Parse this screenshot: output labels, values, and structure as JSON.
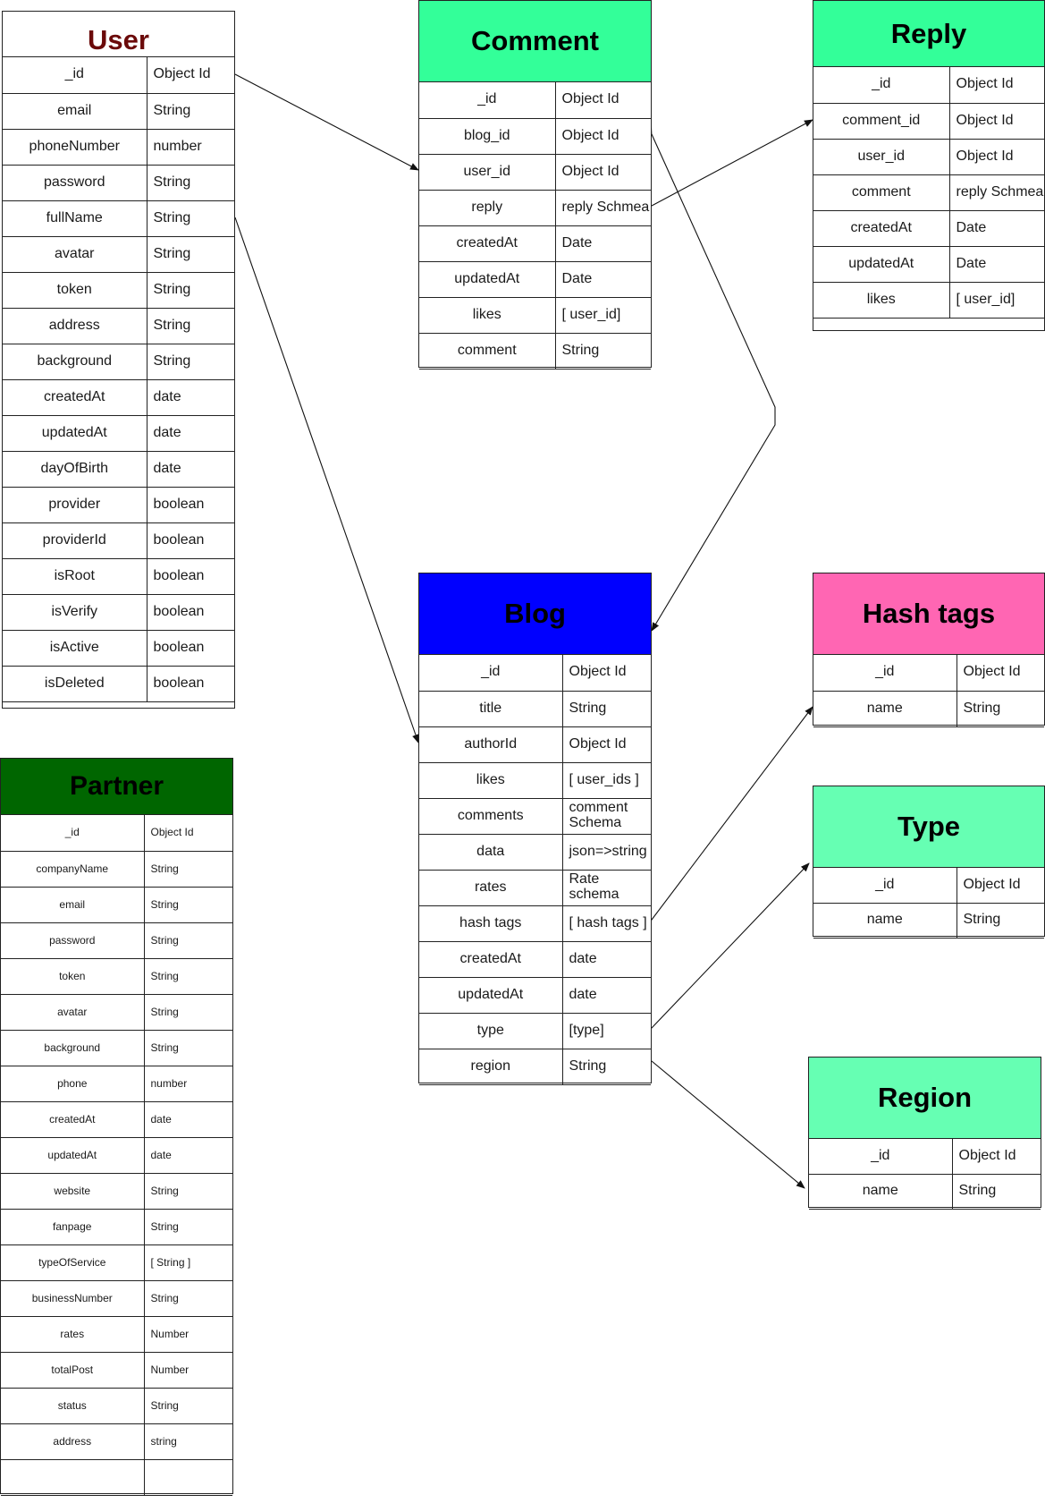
{
  "colors": {
    "user_header": "#ffffff",
    "user_title": "#6b0a0a",
    "comment_header": "#33ff99",
    "reply_header": "#33ff99",
    "blog_header": "#0000ff",
    "hashtags_header": "#ff66b3",
    "type_header": "#66ffb3",
    "region_header": "#66ffb3",
    "partner_header": "#006600"
  },
  "user": {
    "title": "User",
    "rows": [
      {
        "k": "_id",
        "v": "Object Id"
      },
      {
        "k": "email",
        "v": "String"
      },
      {
        "k": "phoneNumber",
        "v": "number"
      },
      {
        "k": "password",
        "v": "String"
      },
      {
        "k": "fullName",
        "v": "String"
      },
      {
        "k": "avatar",
        "v": "String"
      },
      {
        "k": "token",
        "v": "String"
      },
      {
        "k": "address",
        "v": "String"
      },
      {
        "k": "background",
        "v": "String"
      },
      {
        "k": "createdAt",
        "v": "date"
      },
      {
        "k": "updatedAt",
        "v": "date"
      },
      {
        "k": "dayOfBirth",
        "v": "date"
      },
      {
        "k": "provider",
        "v": "boolean"
      },
      {
        "k": "providerId",
        "v": "boolean"
      },
      {
        "k": "isRoot",
        "v": "boolean"
      },
      {
        "k": "isVerify",
        "v": "boolean"
      },
      {
        "k": "isActive",
        "v": "boolean"
      },
      {
        "k": "isDeleted",
        "v": "boolean"
      }
    ]
  },
  "comment": {
    "title": "Comment",
    "rows": [
      {
        "k": "_id",
        "v": "Object Id"
      },
      {
        "k": "blog_id",
        "v": "Object Id"
      },
      {
        "k": "user_id",
        "v": "Object Id"
      },
      {
        "k": "reply",
        "v": "reply Schmea"
      },
      {
        "k": "createdAt",
        "v": "Date"
      },
      {
        "k": "updatedAt",
        "v": "Date"
      },
      {
        "k": "likes",
        "v": "[ user_id]"
      },
      {
        "k": "comment",
        "v": "String"
      }
    ]
  },
  "reply": {
    "title": "Reply",
    "rows": [
      {
        "k": "_id",
        "v": "Object Id"
      },
      {
        "k": "comment_id",
        "v": "Object Id"
      },
      {
        "k": "user_id",
        "v": "Object Id"
      },
      {
        "k": "comment",
        "v": "reply Schmea"
      },
      {
        "k": "createdAt",
        "v": "Date"
      },
      {
        "k": "updatedAt",
        "v": "Date"
      },
      {
        "k": "likes",
        "v": "[ user_id]"
      }
    ]
  },
  "blog": {
    "title": "Blog",
    "rows": [
      {
        "k": "_id",
        "v": "Object Id"
      },
      {
        "k": "title",
        "v": "String"
      },
      {
        "k": "authorId",
        "v": "Object Id"
      },
      {
        "k": "likes",
        "v": "[ user_ids ]"
      },
      {
        "k": "comments",
        "v": "comment Schema"
      },
      {
        "k": "data",
        "v": "json=>string"
      },
      {
        "k": "rates",
        "v": "Rate schema"
      },
      {
        "k": "hash tags",
        "v": "[ hash tags ]"
      },
      {
        "k": "createdAt",
        "v": "date"
      },
      {
        "k": "updatedAt",
        "v": "date"
      },
      {
        "k": "type",
        "v": "[type]"
      },
      {
        "k": "region",
        "v": "String"
      }
    ]
  },
  "hashtags": {
    "title": "Hash tags",
    "rows": [
      {
        "k": "_id",
        "v": "Object Id"
      },
      {
        "k": "name",
        "v": "String"
      }
    ]
  },
  "type": {
    "title": "Type",
    "rows": [
      {
        "k": "_id",
        "v": "Object Id"
      },
      {
        "k": "name",
        "v": "String"
      }
    ]
  },
  "region": {
    "title": "Region",
    "rows": [
      {
        "k": "_id",
        "v": "Object Id"
      },
      {
        "k": "name",
        "v": "String"
      }
    ]
  },
  "partner": {
    "title": "Partner",
    "rows": [
      {
        "k": "_id",
        "v": "Object Id"
      },
      {
        "k": "companyName",
        "v": "String"
      },
      {
        "k": "email",
        "v": "String"
      },
      {
        "k": "password",
        "v": "String"
      },
      {
        "k": "token",
        "v": "String"
      },
      {
        "k": "avatar",
        "v": "String"
      },
      {
        "k": "background",
        "v": "String"
      },
      {
        "k": "phone",
        "v": "number"
      },
      {
        "k": "createdAt",
        "v": "date"
      },
      {
        "k": "updatedAt",
        "v": "date"
      },
      {
        "k": "website",
        "v": "String"
      },
      {
        "k": "fanpage",
        "v": "String"
      },
      {
        "k": "typeOfService",
        "v": "[ String ]"
      },
      {
        "k": "businessNumber",
        "v": "String"
      },
      {
        "k": "rates",
        "v": "Number"
      },
      {
        "k": "totalPost",
        "v": "Number"
      },
      {
        "k": "status",
        "v": "String"
      },
      {
        "k": "address",
        "v": "string"
      },
      {
        "k": "",
        "v": ""
      }
    ]
  },
  "relations": [
    {
      "from": "user._id",
      "to": "comment.user_id"
    },
    {
      "from": "user.fullName",
      "to": "blog.authorId"
    },
    {
      "from": "comment.reply",
      "to": "reply.comment_id"
    },
    {
      "from": "comment.blog_id",
      "to": "blog"
    },
    {
      "from": "blog.hash tags",
      "to": "hashtags.name"
    },
    {
      "from": "blog.type",
      "to": "type._id"
    },
    {
      "from": "blog.region",
      "to": "region.name"
    }
  ]
}
